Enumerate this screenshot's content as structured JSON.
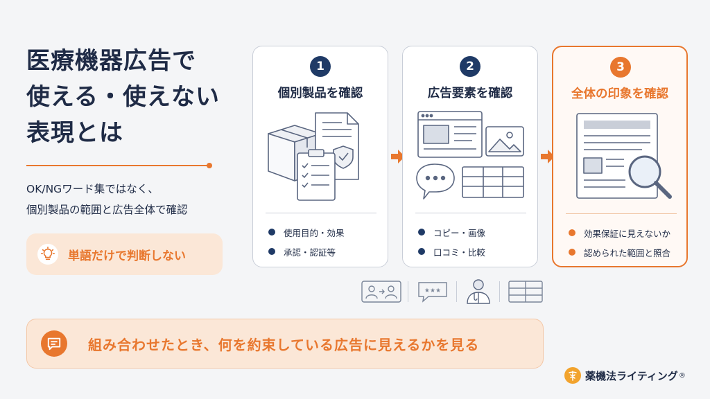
{
  "headline": {
    "lines": [
      "医療機器広告で",
      "使える・使えない",
      "表現とは"
    ]
  },
  "subtitle": {
    "lines": [
      "OK/NGワード集ではなく、",
      "個別製品の範囲と広告全体で確認"
    ]
  },
  "tip": {
    "icon": "lightbulb-icon",
    "text": "単語だけで判断しない"
  },
  "steps": [
    {
      "number": "1",
      "title": "個別製品を確認",
      "bullets": [
        "使用目的・効果",
        "承認・認証等"
      ]
    },
    {
      "number": "2",
      "title": "広告要素を確認",
      "bullets": [
        "コピー・画像",
        "口コミ・比較"
      ]
    },
    {
      "number": "3",
      "title": "全体の印象を確認",
      "bullets": [
        "効果保証に見えないか",
        "認められた範囲と照合"
      ]
    }
  ],
  "mini_icons": [
    "before-after-icon",
    "review-stars-icon",
    "doctor-icon",
    "comparison-table-icon"
  ],
  "banner": {
    "icon": "chat-icon",
    "text": "組み合わせたとき、何を約束している広告に見えるかを見る"
  },
  "brand": {
    "name": "薬機法ライティング",
    "mark": "®"
  },
  "colors": {
    "navy": "#1F2B46",
    "accent": "#E8772E",
    "accent_light": "#FBE7D7",
    "background": "#F4F5F7"
  }
}
